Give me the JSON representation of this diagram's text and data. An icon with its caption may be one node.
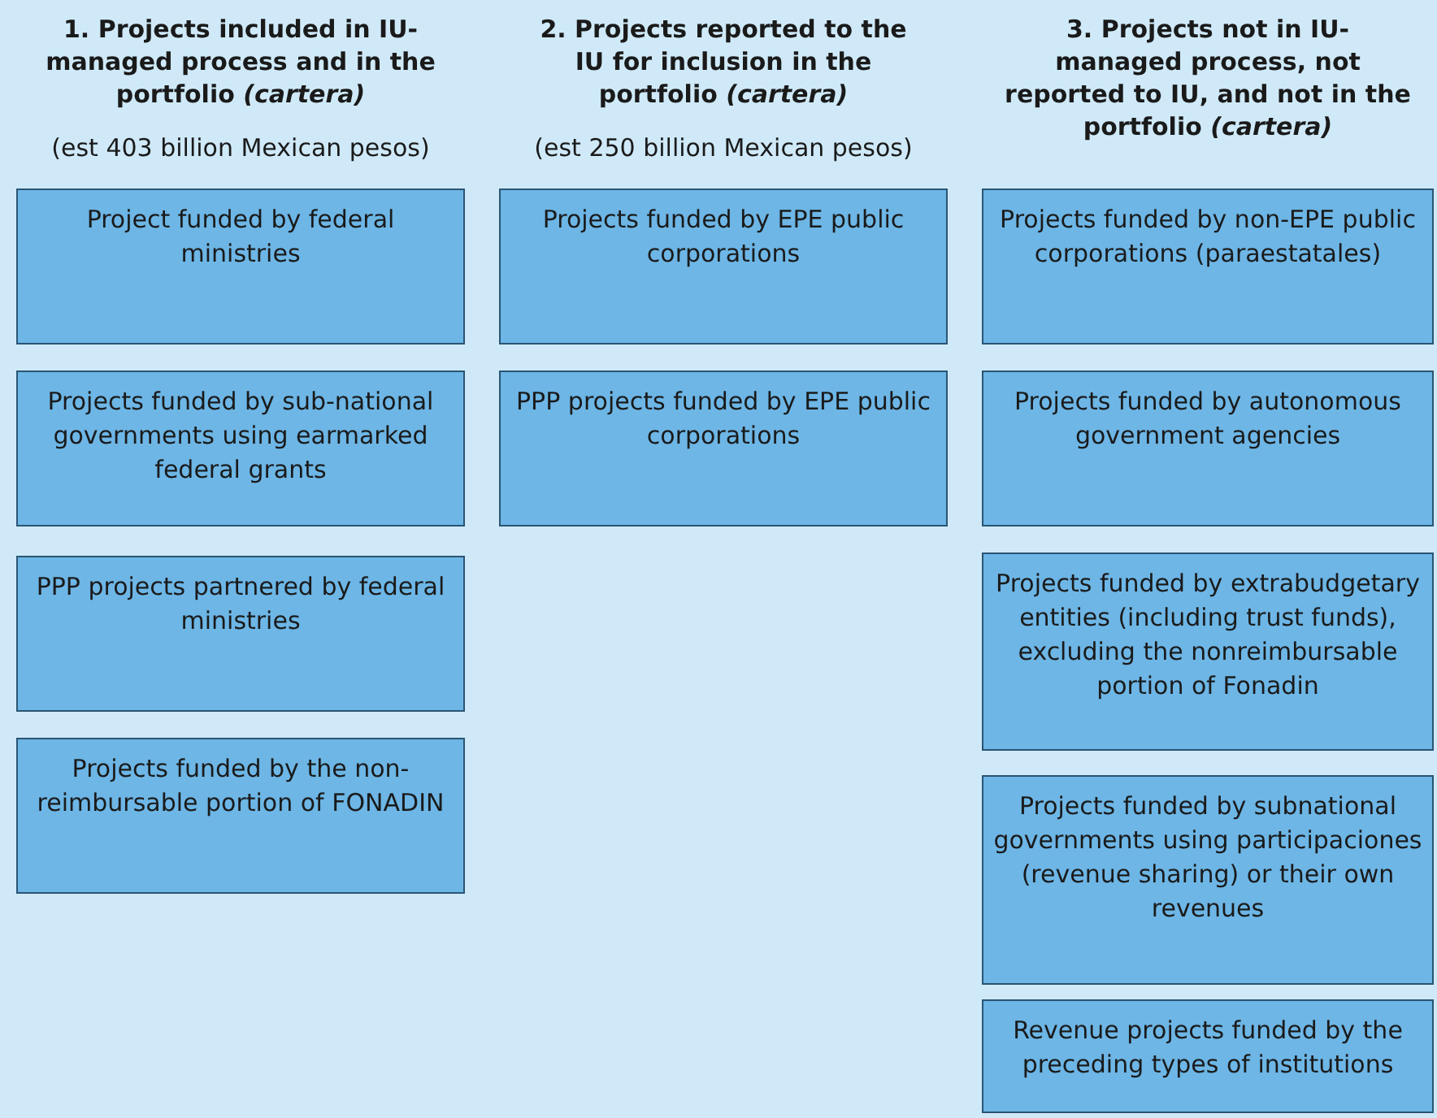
{
  "diagram": {
    "nodes": [
      {
        "text": [
          "Project funded by federal ministries"
        ]
      },
      {
        "text": [
          "Projects funded by sub-national governments using earmarked federal grants"
        ]
      },
      {
        "text": [
          "PPP projects partnered by federal ministries"
        ]
      },
      {
        "text": [
          "Projects funded by the non-reimbursable portion of FONADIN"
        ]
      },
      {
        "text": [
          "Projects funded by EPE public corporations"
        ]
      },
      {
        "text": [
          "PPP projects funded by EPE public corporations"
        ]
      },
      {
        "text": [
          "Projects funded by non-EPE public corporations (paraestatales)"
        ]
      },
      {
        "text": [
          "Projects funded by autonomous government agencies"
        ]
      },
      {
        "text": [
          "Projects funded by extrabudgetary entities (including trust funds), excluding the nonreimbursable portion of Fonadin"
        ]
      },
      {
        "text": [
          "Projects funded by subnational governments using participaciones (revenue sharing) or their own revenues"
        ]
      },
      {
        "text": [
          "Revenue projects funded by the preceding types of institutions"
        ]
      }
    ],
    "labels": [
      "1. Projects included in IU-managed process and in the portfolio *(cartera)*",
      "(est 403 billion Mexican pesos)",
      "2. Projects reported to the IU for inclusion in the portfolio *(cartera)*",
      "(est 250 billion Mexican pesos)",
      "3. Projects not in IU-managed process, not reported to IU, and not in the portfolio *(cartera)*"
    ]
  }
}
